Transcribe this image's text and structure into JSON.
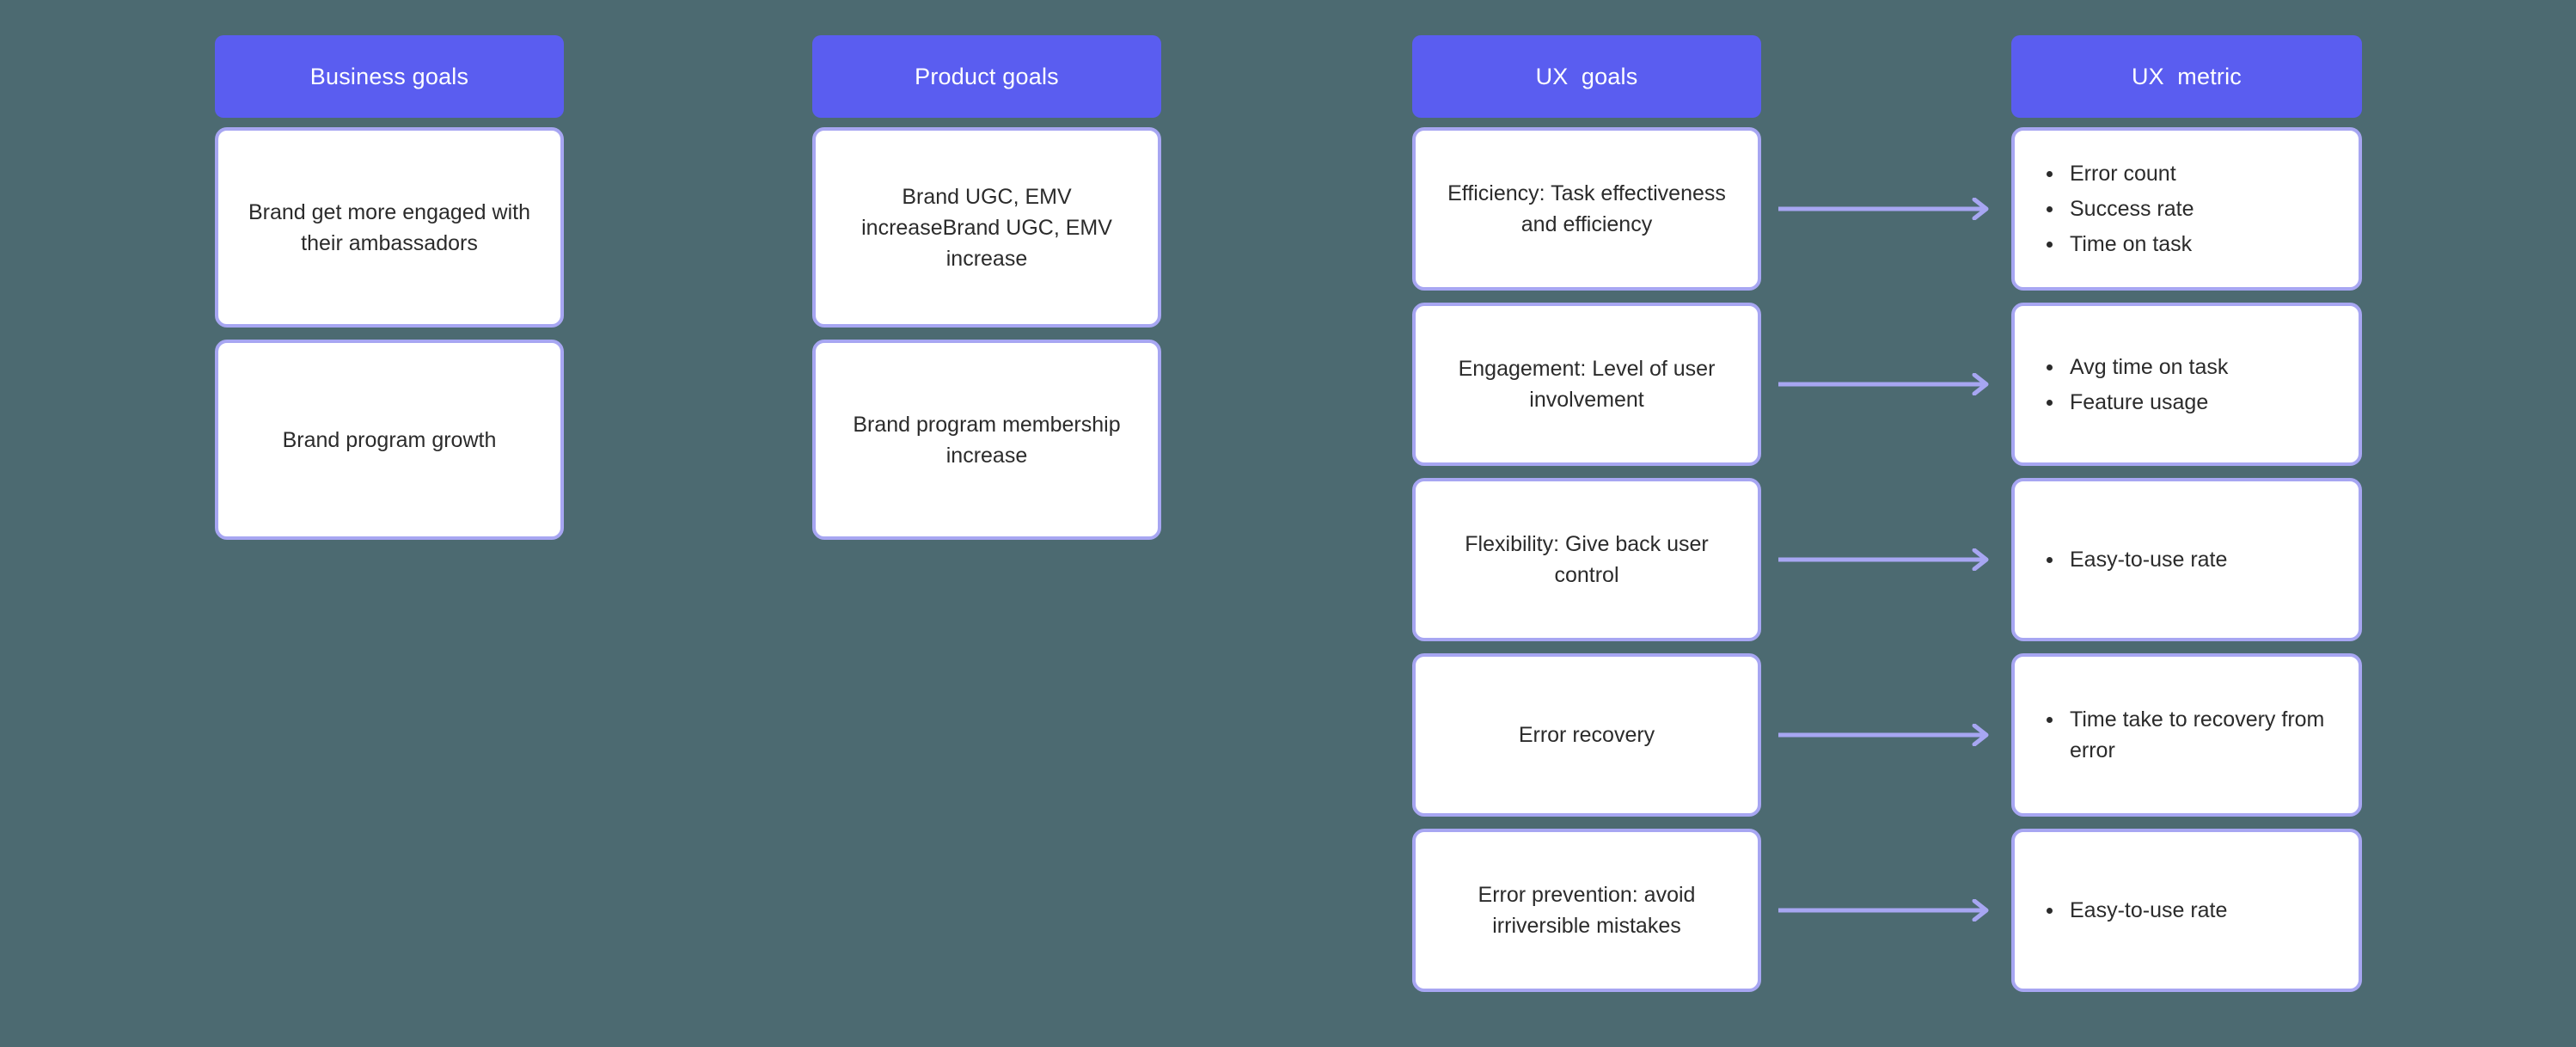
{
  "theme": {
    "canvas_background": "#4c6a71",
    "header_fill": "#5a5df0",
    "header_text": "#ffffff",
    "card_border": "#a7a6f2",
    "card_fill": "#ffffff",
    "card_text": "#2b2b2b",
    "arrow_color": "#a7a6f2"
  },
  "columns": [
    {
      "id": "business-goals",
      "header": "Business goals",
      "cards": [
        {
          "text": "Brand get more engaged with their ambassadors"
        },
        {
          "text": "Brand program growth"
        }
      ]
    },
    {
      "id": "product-goals",
      "header": "Product goals",
      "cards": [
        {
          "text": "Brand UGC, EMV increaseBrand UGC, EMV increase"
        },
        {
          "text": "Brand program membership increase"
        }
      ]
    },
    {
      "id": "ux-goals",
      "header": "UX  goals",
      "cards": [
        {
          "text": "Efficiency: Task effectiveness and efficiency"
        },
        {
          "text": "Engagement: Level of user involvement"
        },
        {
          "text": "Flexibility: Give back user control"
        },
        {
          "text": "Error recovery"
        },
        {
          "text": "Error prevention: avoid irriversible mistakes"
        }
      ]
    },
    {
      "id": "ux-metric",
      "header": "UX  metric",
      "cards": [
        {
          "bullets": [
            "Error count",
            "Success rate",
            "Time on task"
          ]
        },
        {
          "bullets": [
            "Avg time on task",
            "Feature usage"
          ]
        },
        {
          "bullets": [
            "Easy-to-use rate"
          ]
        },
        {
          "bullets": [
            "Time take to recovery from error"
          ]
        },
        {
          "bullets": [
            "Easy-to-use rate"
          ]
        }
      ]
    }
  ],
  "connectors": [
    {
      "from": "ux-goals-card-1",
      "to": "ux-metric-card-1"
    },
    {
      "from": "ux-goals-card-2",
      "to": "ux-metric-card-2"
    },
    {
      "from": "ux-goals-card-3",
      "to": "ux-metric-card-3"
    },
    {
      "from": "ux-goals-card-4",
      "to": "ux-metric-card-4"
    },
    {
      "from": "ux-goals-card-5",
      "to": "ux-metric-card-5"
    }
  ]
}
